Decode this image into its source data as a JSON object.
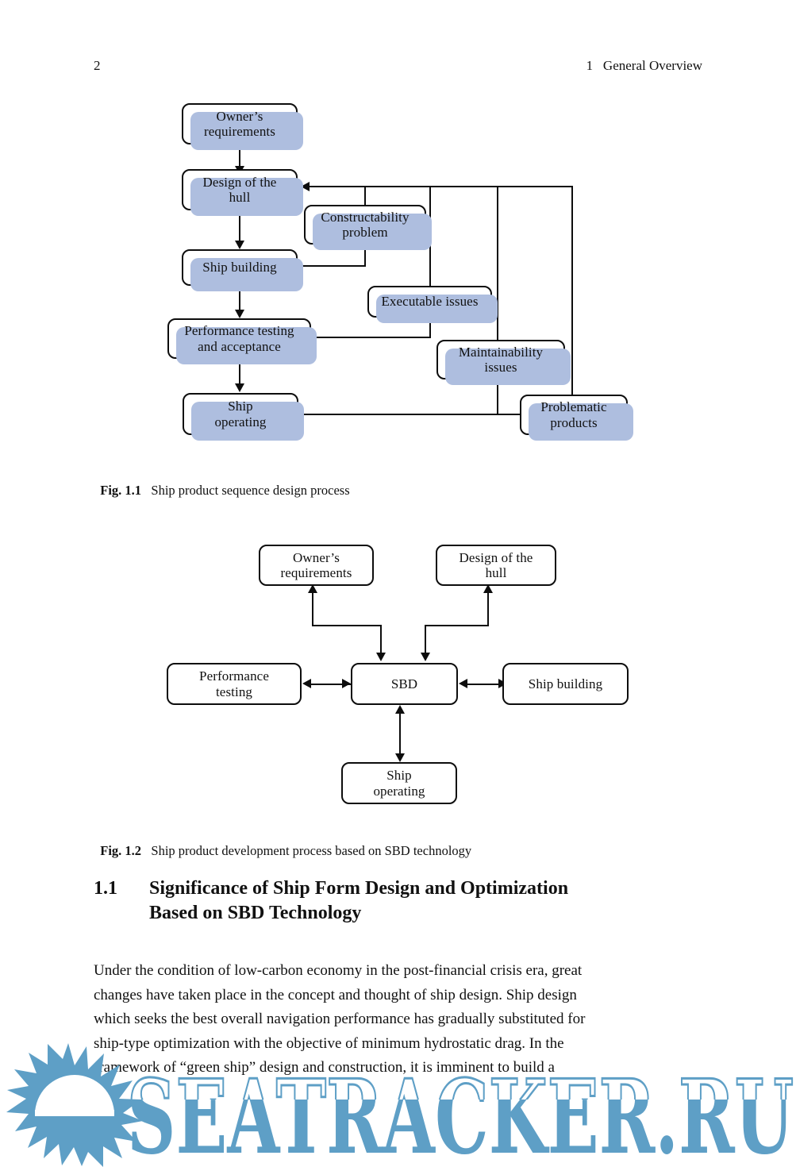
{
  "page": {
    "folio": "2",
    "running_head": "1   General Overview"
  },
  "figure_1_1": {
    "caption_label": "Fig. 1.1",
    "caption_text": "Ship product sequence design process",
    "nodes": {
      "owners_requirements": "Owner’s\nrequirements",
      "design_of_hull": "Design of the\nhull",
      "ship_building": "Ship building",
      "performance_testing": "Performance testing\nand acceptance",
      "ship_operating": "Ship\noperating",
      "constructability": "Constructability\nproblem",
      "executable_issues": "Executable issues",
      "maintainability": "Maintainability\nissues",
      "problematic_products": "Problematic\nproducts"
    },
    "node_lines": {
      "owners_requirements": [
        "Owner’s",
        "requirements"
      ],
      "design_of_hull": [
        "Design of the",
        "hull"
      ],
      "ship_building": [
        "Ship building"
      ],
      "performance_testing": [
        "Performance testing",
        "and acceptance"
      ],
      "ship_operating": [
        "Ship",
        "operating"
      ],
      "constructability": [
        "Constructability",
        "problem"
      ],
      "executable_issues": [
        "Executable issues"
      ],
      "maintainability": [
        "Maintainability",
        "issues"
      ],
      "problematic_products": [
        "Problematic",
        "products"
      ]
    },
    "colors": {
      "stroke": "#0d0d0d",
      "shadow": "#aebedf",
      "fill": "#ffffff"
    }
  },
  "figure_1_2": {
    "caption_label": "Fig. 1.2",
    "caption_text": "Ship product development process based on SBD technology",
    "node_lines": {
      "owners_requirements": [
        "Owner’s",
        "requirements"
      ],
      "design_of_hull": [
        "Design of the",
        "hull"
      ],
      "performance_testing": [
        "Performance",
        "testing"
      ],
      "sbd": [
        "SBD"
      ],
      "ship_building": [
        "Ship building"
      ],
      "ship_operating": [
        "Ship",
        "operating"
      ]
    },
    "colors": {
      "stroke": "#0d0d0d",
      "fill": "#ffffff"
    }
  },
  "section": {
    "number": "1.1",
    "title_line_1": "Significance of Ship Form Design and Optimization",
    "title_line_2": "Based on SBD Technology"
  },
  "paragraph": {
    "lines": [
      "Under the condition of low-carbon economy in the post-financial crisis era, great",
      "changes have taken place in the concept and thought of ship design. Ship design",
      "which seeks the best overall navigation performance has gradually substituted for",
      "ship-type optimization with the objective of minimum hydrostatic drag. In the",
      "framework of “green ship” design and construction, it is imminent to build a"
    ]
  },
  "watermark": {
    "text": "SEATRACKER.RU",
    "color": "#5e9fc6",
    "logo": "sunburst-logo"
  }
}
